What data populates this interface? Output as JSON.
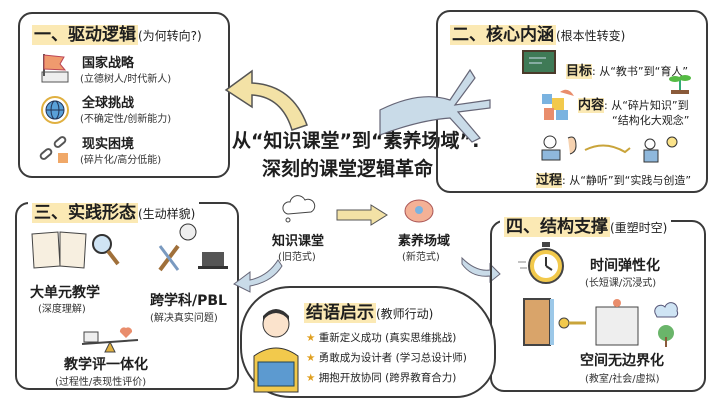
{
  "title": {
    "line1": "从“知识课堂”到“素养场域”:",
    "line2": "深刻的课堂逻辑革命"
  },
  "section1": {
    "title": "一、驱动逻辑",
    "subtitle": "(为何转向?)",
    "items": [
      {
        "label": "国家战略",
        "desc": "(立德树人/时代新人)"
      },
      {
        "label": "全球挑战",
        "desc": "(不确定性/创新能力)"
      },
      {
        "label": "现实困境",
        "desc": "(碎片化/高分低能)"
      }
    ]
  },
  "section2": {
    "title": "二、核心内涵",
    "subtitle": "(根本性转变)",
    "items": [
      {
        "key": "目标",
        "text": ": 从“教书”到“育人”"
      },
      {
        "key": "内容",
        "text": ": 从“碎片知识”到",
        "text2": "“结构化大观念”"
      },
      {
        "key": "过程",
        "text": ": 从“静听”到“实践与创造”"
      }
    ]
  },
  "section3": {
    "title": "三、实践形态",
    "subtitle": "(生动样貌)",
    "items": [
      {
        "label": "大单元教学",
        "desc": "(深度理解)"
      },
      {
        "label": "跨学科/PBL",
        "desc": "(解决真实问题)"
      },
      {
        "label": "教学评一体化",
        "desc": "(过程性/表现性评价)"
      }
    ]
  },
  "section4": {
    "title": "四、结构支撑",
    "subtitle": "(重塑时空)",
    "items": [
      {
        "label": "时间弹性化",
        "desc": "(长短课/沉浸式)"
      },
      {
        "label": "空间无边界化",
        "desc": "(教室/社会/虚拟)"
      }
    ]
  },
  "paradigm": {
    "old": {
      "label": "知识课堂",
      "desc": "(旧范式)"
    },
    "new": {
      "label": "素养场域",
      "desc": "(新范式)"
    }
  },
  "conclusion": {
    "title": "结语启示",
    "subtitle": "(教师行动)",
    "items": [
      "重新定义成功 (真实思维挑战)",
      "勇敢成为设计者 (学习总设计师)",
      "拥抱开放协同 (跨界教育合力)"
    ]
  },
  "colors": {
    "highlight": "#fbe9b4",
    "arrow_yellow": "#f3e2a6",
    "arrow_blue": "#b9d6ec"
  }
}
